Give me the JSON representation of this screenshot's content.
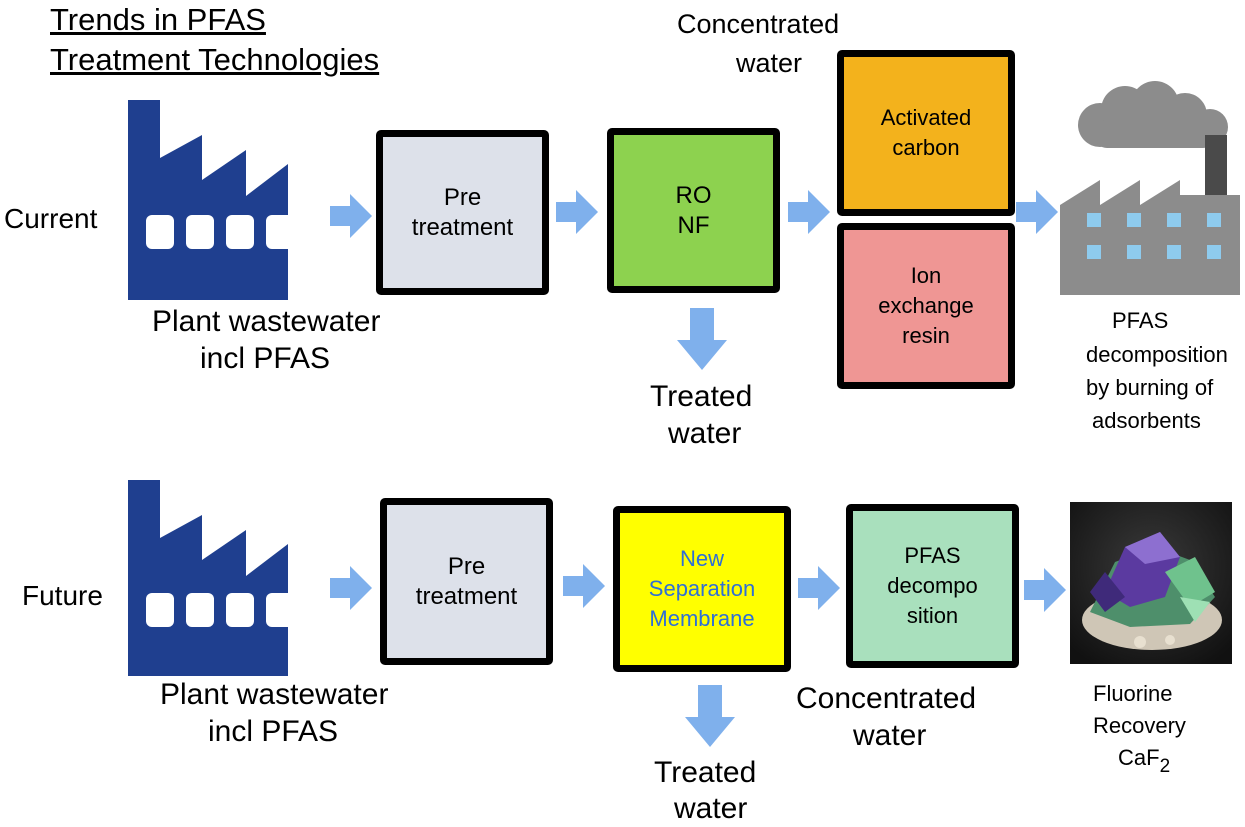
{
  "title": {
    "line1": "Trends in PFAS",
    "line2": "Treatment Technologies"
  },
  "colors": {
    "factory_blue": "#1f3f8f",
    "arrow_blue": "#7fb0ec",
    "pretreatment": "#dde1ea",
    "ro_nf": "#8dd24f",
    "activated_carbon": "#f3b21c",
    "ion_exchange": "#ef9694",
    "new_membrane": "#ffff00",
    "new_membrane_text": "#2f6fd6",
    "pfas_decomposition": "#a9e0bd",
    "incinerator_gray": "#8c8c8c",
    "incinerator_window": "#8ecbee"
  },
  "current": {
    "label": "Current",
    "source_line1": "Plant wastewater",
    "source_line2": "incl PFAS",
    "pretreatment": "Pre\ntreatment",
    "ro_nf": "RO\nNF",
    "treated_line1": "Treated",
    "treated_line2": "water",
    "concentrated_line1": "Concentrated",
    "concentrated_line2": "water",
    "activated_carbon": "Activated\ncarbon",
    "ion_exchange": "Ion\nexchange\nresin",
    "outcome_line1": "PFAS",
    "outcome_line2": "decomposition",
    "outcome_line3": "by burning of",
    "outcome_line4": "adsorbents"
  },
  "future": {
    "label": "Future",
    "source_line1": "Plant wastewater",
    "source_line2": "incl PFAS",
    "pretreatment": "Pre\ntreatment",
    "new_membrane": "New\nSeparation\nMembrane",
    "treated_line1": "Treated",
    "treated_line2": "water",
    "pfas_decomposition": "PFAS\ndecompo\nsition",
    "concentrated_line1": "Concentrated",
    "concentrated_line2": "water",
    "outcome_line1": "Fluorine",
    "outcome_line2": "Recovery",
    "outcome_formula_base": "CaF",
    "outcome_formula_sub": "2"
  }
}
